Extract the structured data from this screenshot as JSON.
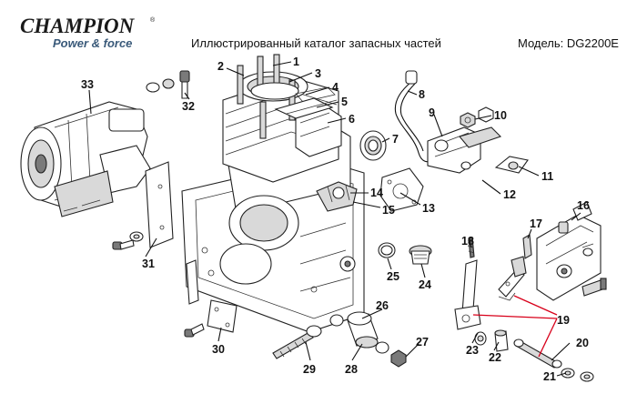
{
  "header": {
    "brand": "CHAMPION",
    "brand_mark": "®",
    "tagline": "Power & force",
    "catalog_title": "Иллюстрированный каталог запасных частей",
    "model_label": "Модель: DG2200E"
  },
  "parts": [
    {
      "number": "1"
    },
    {
      "number": "2"
    },
    {
      "number": "3"
    },
    {
      "number": "4"
    },
    {
      "number": "5"
    },
    {
      "number": "6"
    },
    {
      "number": "7"
    },
    {
      "number": "8"
    },
    {
      "number": "9"
    },
    {
      "number": "10"
    },
    {
      "number": "11"
    },
    {
      "number": "12"
    },
    {
      "number": "13"
    },
    {
      "number": "14"
    },
    {
      "number": "15"
    },
    {
      "number": "16"
    },
    {
      "number": "17"
    },
    {
      "number": "18"
    },
    {
      "number": "19"
    },
    {
      "number": "20"
    },
    {
      "number": "21"
    },
    {
      "number": "22"
    },
    {
      "number": "23"
    },
    {
      "number": "24"
    },
    {
      "number": "25"
    },
    {
      "number": "26"
    },
    {
      "number": "27"
    },
    {
      "number": "28"
    },
    {
      "number": "29"
    },
    {
      "number": "30"
    },
    {
      "number": "31"
    },
    {
      "number": "32"
    },
    {
      "number": "33"
    }
  ],
  "colors": {
    "tagline": "#3a5a7a",
    "highlight_leader": "#d8001a"
  }
}
